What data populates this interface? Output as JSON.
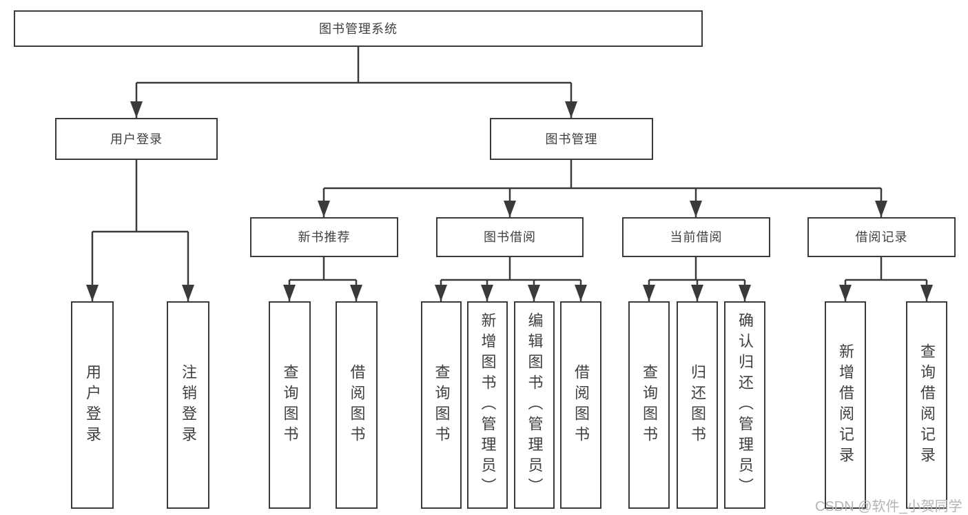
{
  "title": "图书管理系统",
  "nodes": {
    "root": "图书管理系统",
    "user_login": "用户登录",
    "book_management": "图书管理",
    "new_book_recommend": "新书推荐",
    "book_borrow": "图书借阅",
    "current_borrow": "当前借阅",
    "borrow_records": "借阅记录",
    "user_login_leaf": "用户登录",
    "logout": "注销登录",
    "nb_query_book": "查询图书",
    "nb_borrow_book": "借阅图书",
    "bb_query_book": "查询图书",
    "bb_add_book_admin": "新增图书（管理员）",
    "bb_edit_book_admin": "编辑图书（管理员）",
    "bb_borrow_book": "借阅图书",
    "cb_query_book": "查询图书",
    "cb_return_book": "归还图书",
    "cb_confirm_return_admin": "确认归还（管理员）",
    "br_add_record": "新增借阅记录",
    "br_query_record": "查询借阅记录"
  },
  "hierarchy": {
    "图书管理系统": {
      "用户登录": [
        "用户登录",
        "注销登录"
      ],
      "图书管理": {
        "新书推荐": [
          "查询图书",
          "借阅图书"
        ],
        "图书借阅": [
          "查询图书",
          "新增图书（管理员）",
          "编辑图书（管理员）",
          "借阅图书"
        ],
        "当前借阅": [
          "查询图书",
          "归还图书",
          "确认归还（管理员）"
        ],
        "借阅记录": [
          "新增借阅记录",
          "查询借阅记录"
        ]
      }
    }
  },
  "watermark": "CSDN @软件_小贺同学",
  "colors": {
    "line": "#3a3a3a",
    "text": "#3f3f3f",
    "watermark": "#b4b4b4",
    "background": "#ffffff"
  }
}
